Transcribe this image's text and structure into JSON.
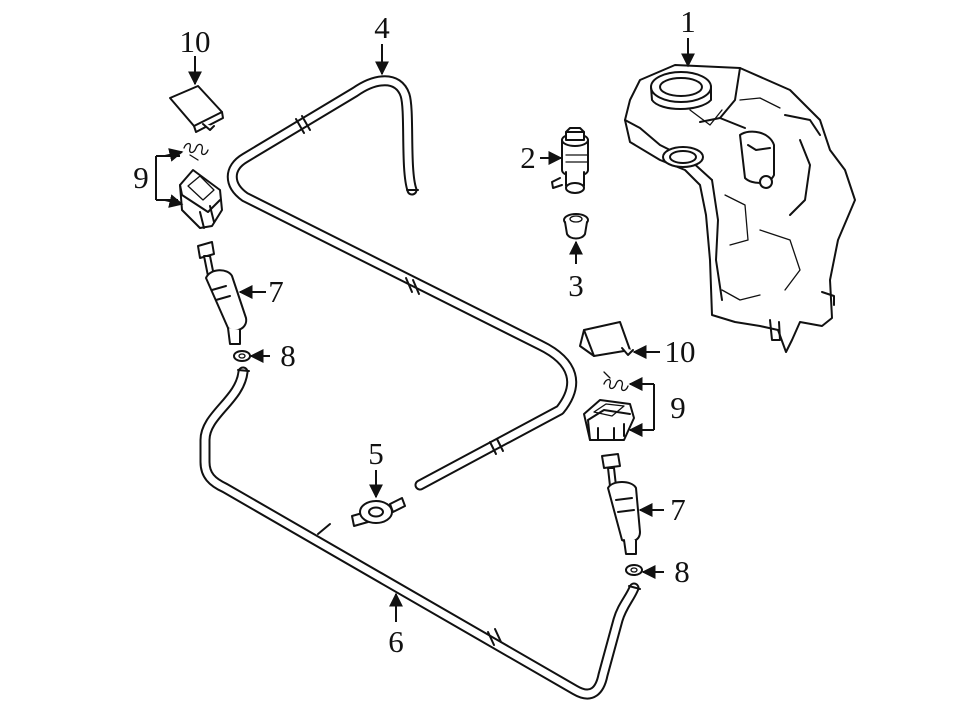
{
  "diagram": {
    "callouts": {
      "c1": "1",
      "c2": "2",
      "c3": "3",
      "c4": "4",
      "c5": "5",
      "c6": "6",
      "c7a": "7",
      "c7b": "7",
      "c8a": "8",
      "c8b": "8",
      "c9a": "9",
      "c9b": "9",
      "c10a": "10",
      "c10b": "10"
    }
  }
}
